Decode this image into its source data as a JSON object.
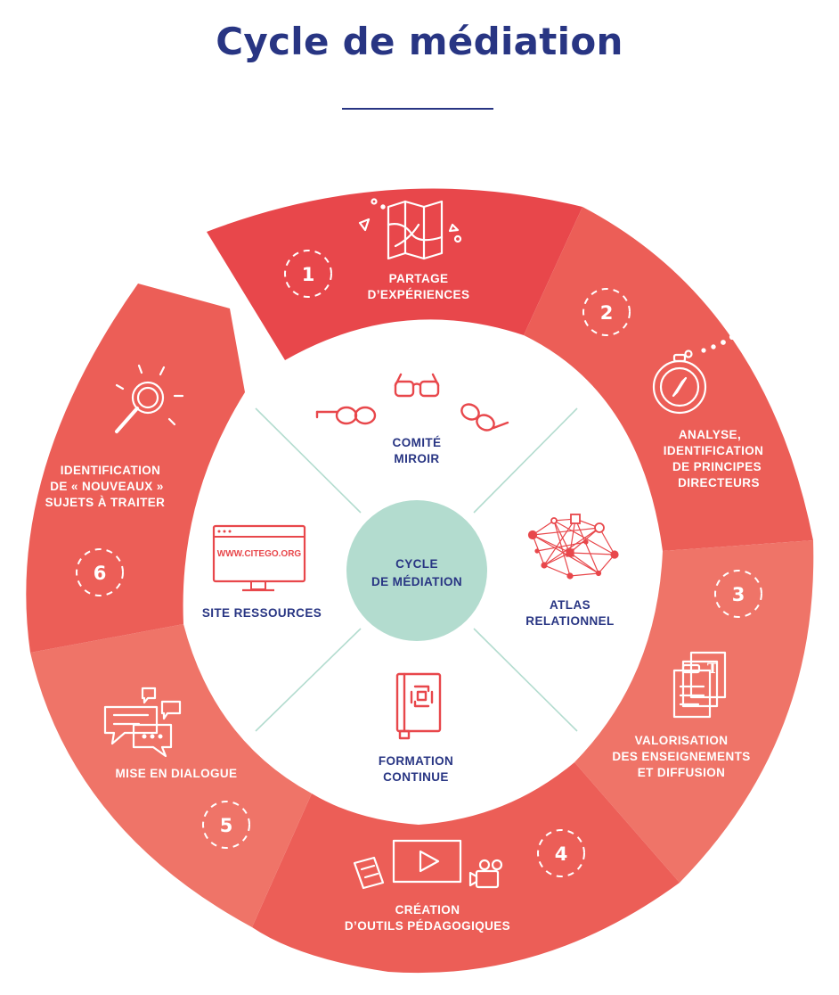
{
  "title": "Cycle de médiation",
  "colors": {
    "navy": "#283583",
    "segment_dark": "#e8474b",
    "segment_mid": "#ec5e57",
    "segment_light": "#ef7468",
    "center_circle": "#b3dccf",
    "divider": "#b3dccf"
  },
  "center": {
    "lines": [
      "CYCLE",
      "DE MÉDIATION"
    ]
  },
  "segments": [
    {
      "number": "1",
      "lines": [
        "PARTAGE",
        "D’EXPÉRIENCES"
      ],
      "icon": "map-icon"
    },
    {
      "number": "2",
      "lines": [
        "ANALYSE,",
        "IDENTIFICATION",
        "DE PRINCIPES",
        "DIRECTEURS"
      ],
      "icon": "compass-icon"
    },
    {
      "number": "3",
      "lines": [
        "VALORISATION",
        "DES ENSEIGNEMENTS",
        "ET DIFFUSION"
      ],
      "icon": "documents-icon"
    },
    {
      "number": "4",
      "lines": [
        "CRÉATION",
        "D’OUTILS PÉDAGOGIQUES"
      ],
      "icon": "video-tools-icon"
    },
    {
      "number": "5",
      "lines": [
        "MISE EN DIALOGUE"
      ],
      "icon": "chat-bubbles-icon"
    },
    {
      "number": "6",
      "lines": [
        "IDENTIFICATION",
        "DE « NOUVEAUX »",
        "SUJETS À TRAITER"
      ],
      "icon": "magnifier-icon"
    }
  ],
  "tools": [
    {
      "lines": [
        "COMITÉ",
        "MIROIR"
      ],
      "icon": "glasses-icon"
    },
    {
      "lines": [
        "ATLAS",
        "RELATIONNEL"
      ],
      "icon": "network-icon"
    },
    {
      "lines": [
        "FORMATION",
        "CONTINUE"
      ],
      "icon": "notebook-icon"
    },
    {
      "lines": [
        "SITE RESSOURCES"
      ],
      "icon": "monitor-icon",
      "screen_text": "WWW.CITEGO.ORG"
    }
  ]
}
